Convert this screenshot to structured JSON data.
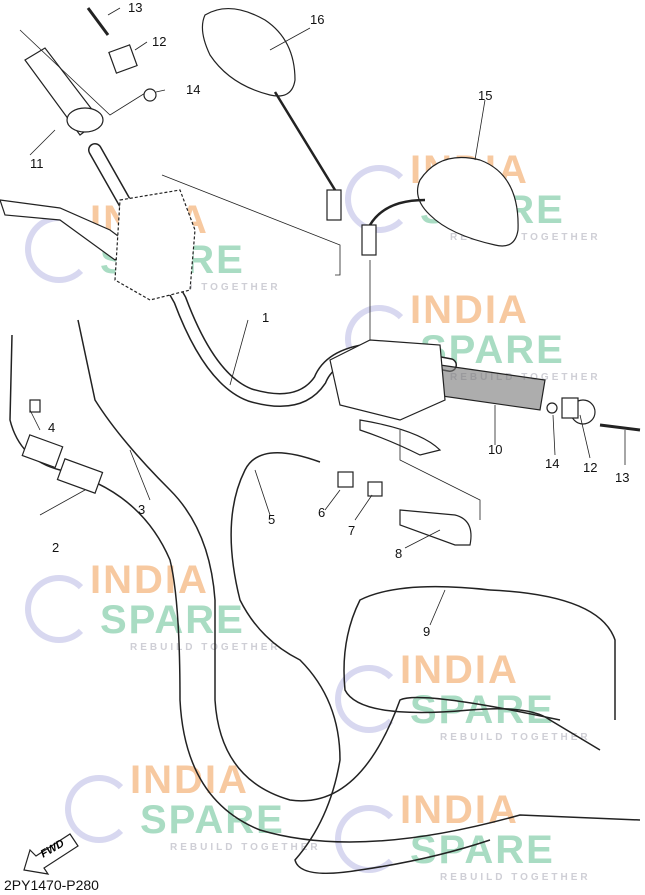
{
  "diagram": {
    "part_code": "2PY1470-P280",
    "direction_label": "FWD",
    "callouts": [
      "1",
      "2",
      "3",
      "4",
      "5",
      "6",
      "7",
      "8",
      "9",
      "10",
      "11",
      "12",
      "12",
      "13",
      "13",
      "14",
      "14",
      "15",
      "16"
    ],
    "watermark": {
      "line1": "INDIA",
      "line2": "SPARE",
      "tagline": "REBUILD TOGETHER",
      "colors": {
        "india": "#f7c9a0",
        "spare": "#a9dcc3",
        "logo": "#d8d8f0"
      }
    }
  }
}
